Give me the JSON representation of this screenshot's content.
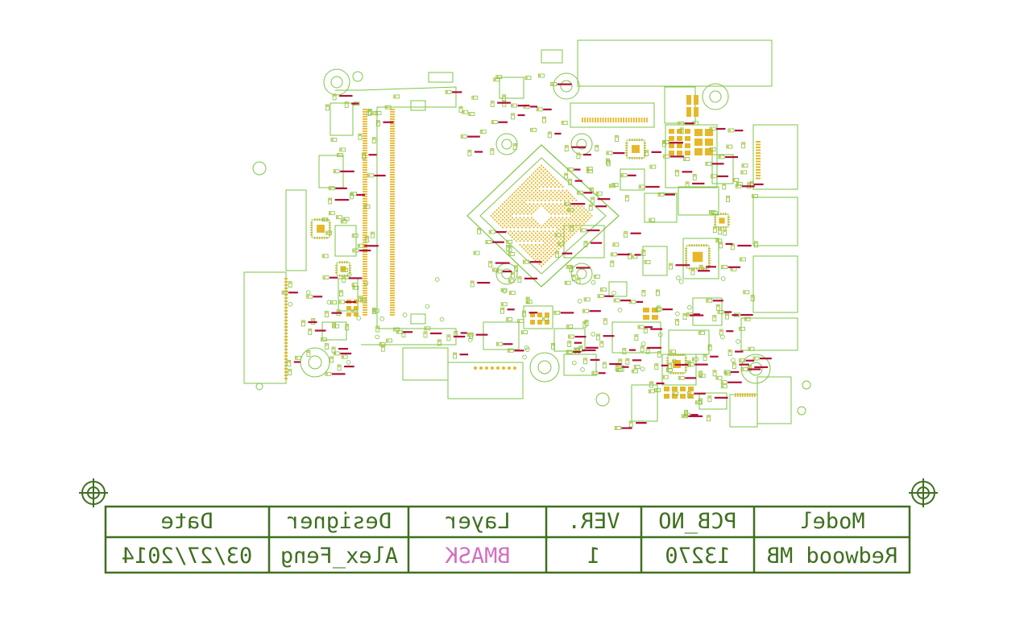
{
  "title_block": {
    "headers": {
      "model": "Model",
      "pcb_no": "PCB_NO",
      "ver": "VER.",
      "layer": "Layer",
      "designer": "Designer",
      "date": "Date"
    },
    "values": {
      "model": "Redwood MB",
      "pcb_no": "13270",
      "ver": "1",
      "layer": "BMASK",
      "designer": "Alex_Feng",
      "date": "03/27/2014"
    }
  },
  "colors": {
    "outline": "#7ec544",
    "pad": "#e6b829",
    "refdes": "#b0103a",
    "title_block": "#3f6f1f",
    "layer_highlight": "#d46fc0"
  },
  "icons": [
    "fiducial-icon-left",
    "fiducial-icon-right"
  ]
}
